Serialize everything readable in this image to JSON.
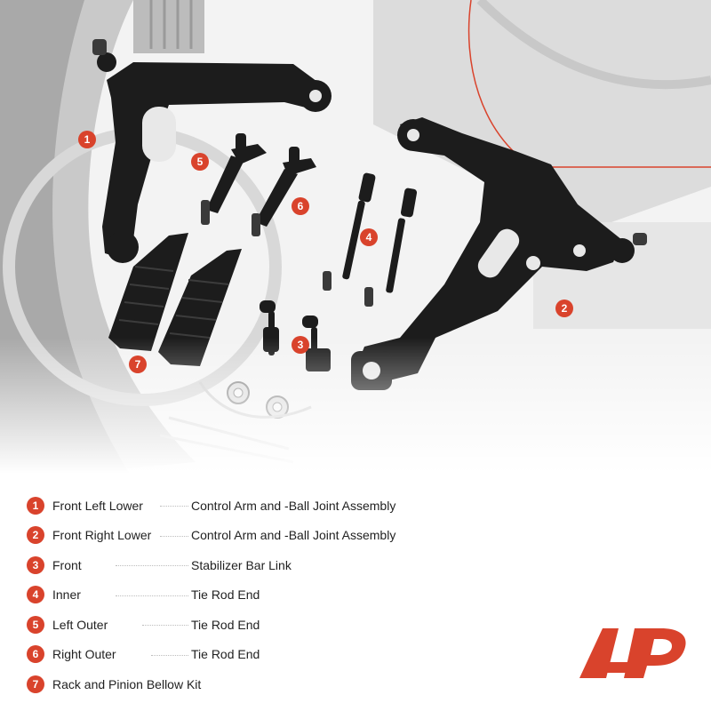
{
  "callouts": [
    "1",
    "2",
    "3",
    "4",
    "5",
    "6",
    "7"
  ],
  "legend": [
    {
      "num": "1",
      "name": "Front Left Lower",
      "desc": "Control Arm and -Ball Joint Assembly"
    },
    {
      "num": "2",
      "name": "Front Right Lower",
      "desc": "Control Arm and -Ball Joint Assembly"
    },
    {
      "num": "3",
      "name": "Front",
      "desc": "Stabilizer Bar Link"
    },
    {
      "num": "4",
      "name": "Inner",
      "desc": "Tie Rod End"
    },
    {
      "num": "5",
      "name": "Left Outer",
      "desc": "Tie Rod End"
    },
    {
      "num": "6",
      "name": "Right Outer",
      "desc": "Tie Rod End"
    },
    {
      "num": "7",
      "name": "Rack and Pinion Bellow Kit",
      "desc": ""
    }
  ],
  "colors": {
    "accent": "#d9432c",
    "part": "#1c1c1c",
    "background": "#ffffff"
  },
  "logo": "ap-logo"
}
